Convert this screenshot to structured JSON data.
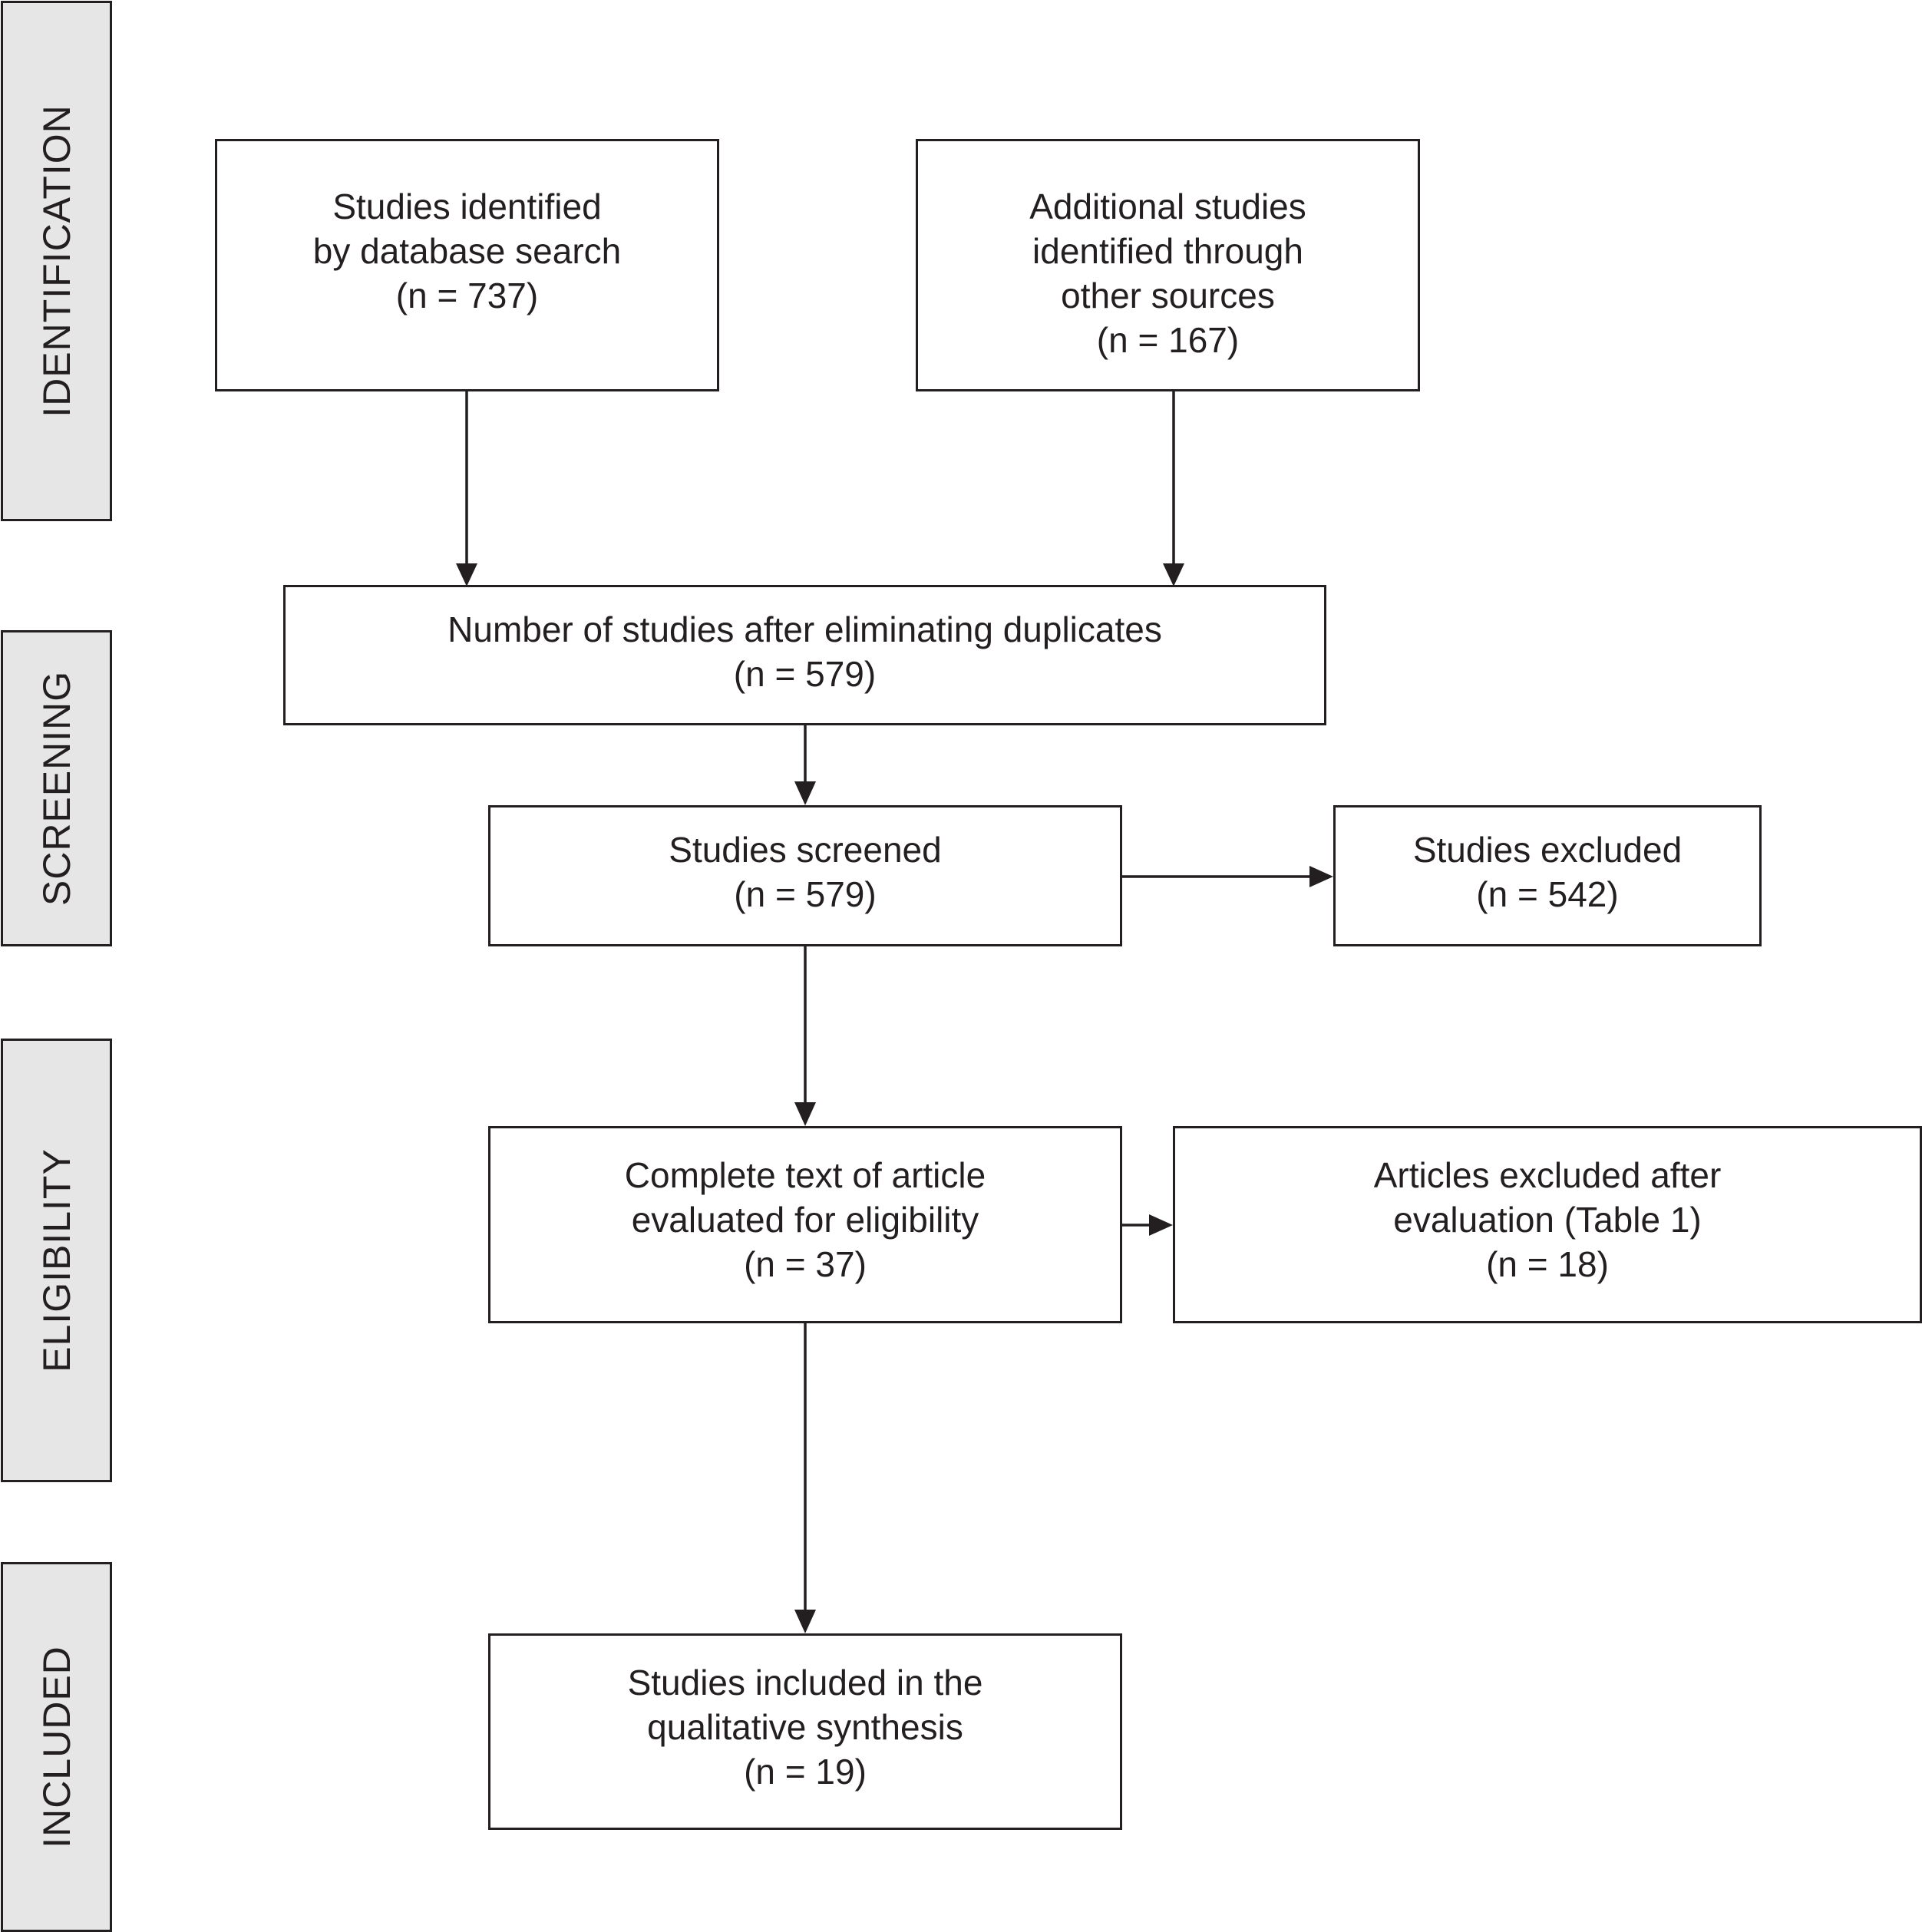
{
  "phases": {
    "identification": "IDENTIFICATION",
    "screening": "SCREENING",
    "eligibility": "ELIGIBILITY",
    "included": "INCLUDED"
  },
  "boxes": {
    "database_search": [
      "Studies identified",
      "by database search",
      "(n = 737)"
    ],
    "other_sources": [
      "Additional studies",
      "identified through",
      "other sources",
      "(n = 167)"
    ],
    "after_duplicates": [
      "Number of studies after eliminating duplicates",
      "(n = 579)"
    ],
    "screened": [
      "Studies screened",
      "(n = 579)"
    ],
    "excluded": [
      "Studies excluded",
      "(n = 542)"
    ],
    "full_text": [
      "Complete text of article",
      "evaluated for eligibility",
      "(n = 37)"
    ],
    "excluded_after_eval": [
      "Articles excluded after",
      "evaluation (Table 1)",
      "(n = 18)"
    ],
    "included": [
      "Studies included in the",
      "qualitative synthesis",
      "(n = 19)"
    ]
  }
}
